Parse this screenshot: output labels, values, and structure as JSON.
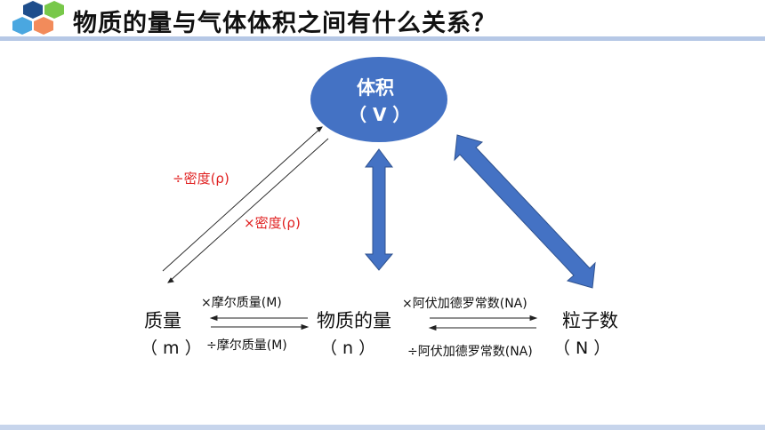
{
  "header": {
    "title": "物质的量与气体体积之间有什么关系？",
    "logo_colors": [
      "#1f4e8c",
      "#78c84a",
      "#4aa7e0",
      "#f28b5b"
    ]
  },
  "diagram": {
    "volume_node": {
      "label": "体积",
      "symbol": "（ V ）",
      "fill": "#4472c4"
    },
    "mass_node": {
      "label": "质量",
      "symbol": "（  m  ）"
    },
    "amount_node": {
      "label": "物质的量",
      "symbol": "（  n  ）"
    },
    "particles_node": {
      "label": "粒子数",
      "symbol": "（  N  ）"
    },
    "edges": {
      "mass_to_volume": "÷密度(ρ)",
      "volume_to_mass": "×密度(ρ)",
      "mass_to_amount": "÷摩尔质量(M)",
      "amount_to_mass": "×摩尔质量(M)",
      "amount_to_particles": "×阿伏加德罗常数(NA)",
      "particles_to_amount": "÷阿伏加德罗常数(NA)"
    },
    "arrow_color": "#4472c4"
  }
}
